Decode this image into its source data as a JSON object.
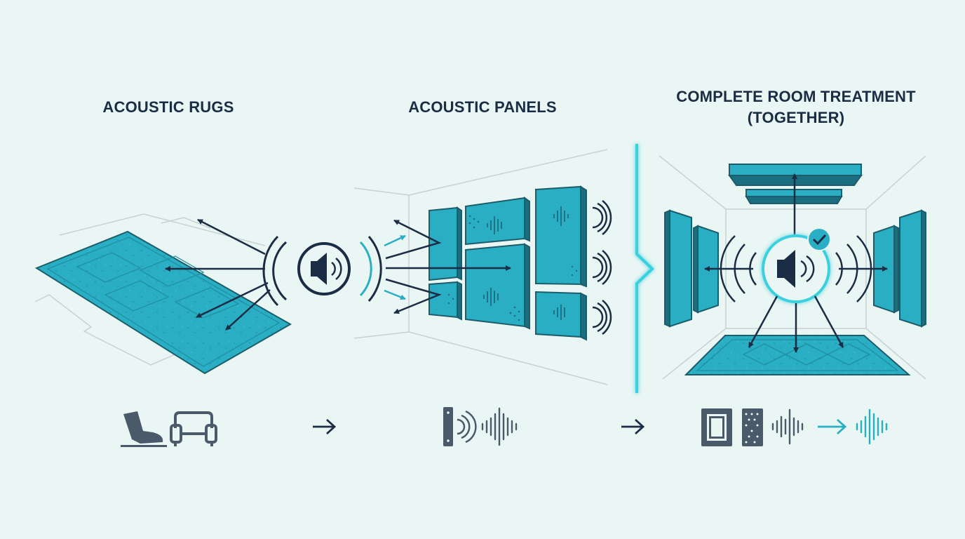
{
  "sections": [
    {
      "id": "rugs",
      "title": "ACOUSTIC RUGS"
    },
    {
      "id": "panels",
      "title": "ACOUSTIC PANELS"
    },
    {
      "id": "combined",
      "title_line1": "COMPLETE ROOM TREATMENT",
      "title_line2": "(TOGETHER)"
    }
  ],
  "colors": {
    "background": "#eaf6f3",
    "teal": "#2aaec4",
    "teal_bright": "#3ad0e0",
    "dark_navy": "#1b2c45",
    "slate_icon": "#4b5a6a",
    "outline": "#c8d0d3"
  },
  "icons": {
    "rugs_legend": [
      "foot-step-icon",
      "armchair-icon"
    ],
    "panels_legend": [
      "wall-speaker-icon",
      "sound-wave-icon"
    ],
    "combined_legend": [
      "panel-icon",
      "perforated-panel-icon",
      "sound-wave-icon",
      "arrow-right-icon",
      "sound-wave-icon"
    ],
    "connectors": [
      "arrow-right-icon",
      "arrow-right-icon"
    ],
    "center": [
      "speaker-icon",
      "check-badge-icon"
    ]
  }
}
